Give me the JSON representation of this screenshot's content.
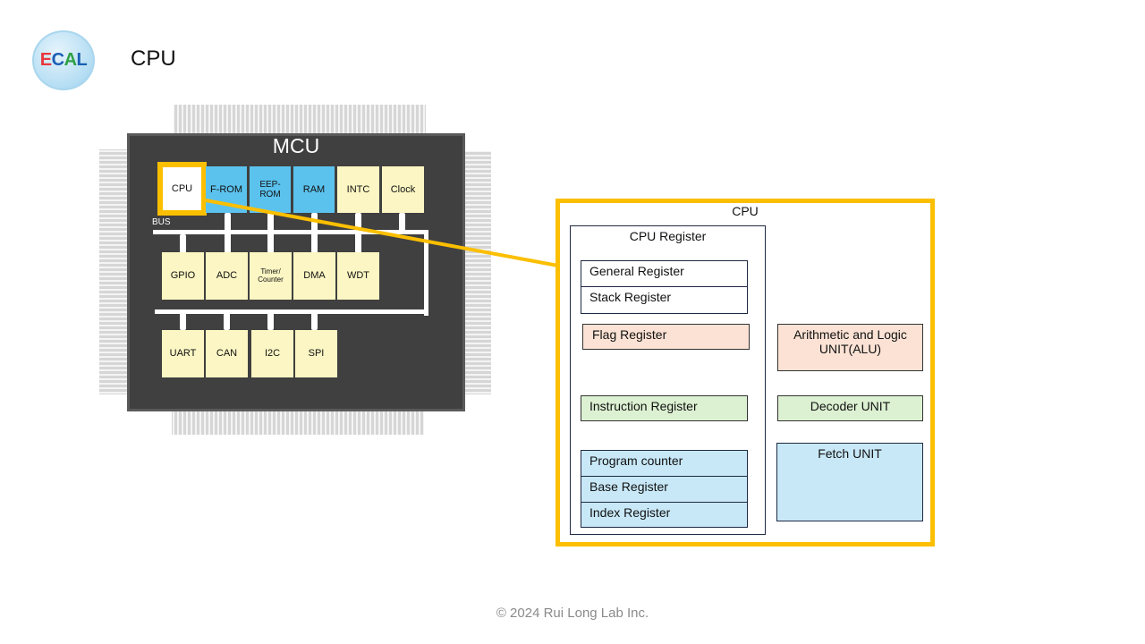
{
  "header": {
    "logo": {
      "letters": [
        "E",
        "C",
        "A",
        "L"
      ],
      "colors": [
        "#e8383d",
        "#1a5fb4",
        "#2ea043",
        "#1a5fb4"
      ]
    },
    "title": "CPU"
  },
  "mcu": {
    "label": "MCU",
    "bus_label": "BUS",
    "row1": [
      {
        "label": "CPU",
        "kind": "highlight"
      },
      {
        "label": "F-ROM",
        "kind": "memory"
      },
      {
        "label": "EEP-\nROM",
        "kind": "memory"
      },
      {
        "label": "RAM",
        "kind": "memory"
      },
      {
        "label": "INTC",
        "kind": "peripheral"
      },
      {
        "label": "Clock",
        "kind": "peripheral"
      }
    ],
    "row2": [
      "GPIO",
      "ADC",
      "Timer/\nCounter",
      "DMA",
      "WDT"
    ],
    "row3": [
      "UART",
      "CAN",
      "I2C",
      "SPI"
    ]
  },
  "cpu_detail": {
    "title": "CPU",
    "register_group": {
      "title": "CPU Register",
      "general": "General Register",
      "stack": "Stack Register",
      "flag": "Flag Register",
      "instruction": "Instruction Register",
      "program_counter": "Program counter",
      "base": "Base Register",
      "index": "Index Register"
    },
    "units": {
      "alu": "Arithmetic and Logic\nUNIT(ALU)",
      "decoder": "Decoder UNIT",
      "fetch": "Fetch UNIT"
    }
  },
  "colors": {
    "highlight": "#fbbf00",
    "chip_body": "#404040",
    "memory_block": "#5bc2ee",
    "peripheral_block": "#fbf6c3",
    "flag_alu": "#fbe2d4",
    "instruction_decoder": "#dcf1d2",
    "counter_fetch": "#c8e8f7"
  },
  "footer": {
    "copyright": "© 2024 Rui Long Lab Inc."
  }
}
